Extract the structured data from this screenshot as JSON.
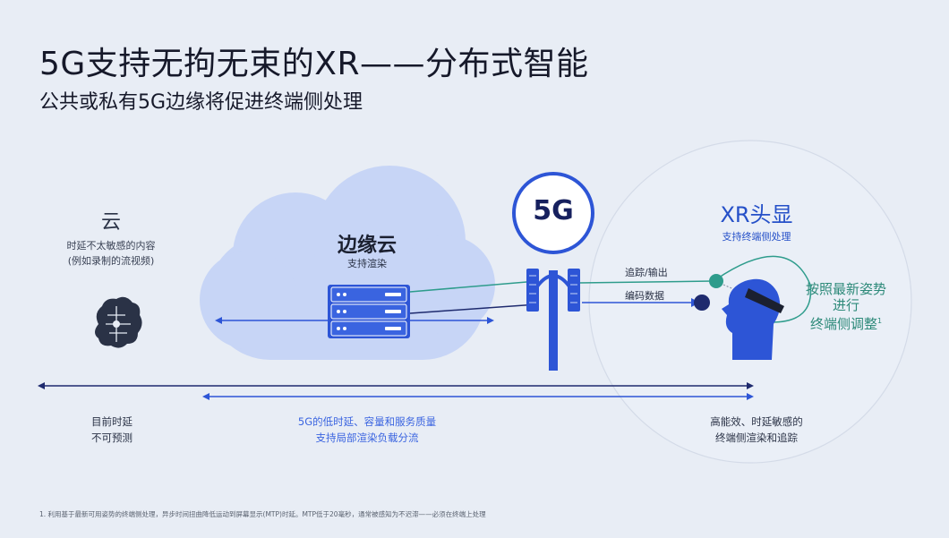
{
  "title": "5G支持无拘无束的XR——分布式智能",
  "subtitle": "公共或私有5G边缘将促进终端侧处理",
  "cloud": {
    "title": "云",
    "desc_line1": "时延不太敏感的内容",
    "desc_line2": "(例如录制的流视频)"
  },
  "edge_cloud": {
    "title": "边缘云",
    "desc": "支持渲染"
  },
  "tower": {
    "label": "5G"
  },
  "links": {
    "tracking": "追踪/输出",
    "encoded": "编码数据"
  },
  "xr": {
    "title": "XR头显",
    "desc": "支持终端侧处理",
    "adjust_line1": "按照最新姿势",
    "adjust_line2": "进行",
    "adjust_line3": "终端侧调整",
    "adjust_sup": "1"
  },
  "bottom": {
    "left_line1": "目前时延",
    "left_line2": "不可预测",
    "middle_line1": "5G的低时延、容量和服务质量",
    "middle_line2": "支持局部渲染负载分流",
    "right_line1": "高能效、时延敏感的",
    "right_line2": "终端侧渲染和追踪"
  },
  "footnote": "1. 利用基于最新可用姿势的终端侧处理，异步时间扭曲降低运动到屏幕显示(MTP)时延。MTP低于20毫秒，通常被感知为不迟滞——必须在终端上处理",
  "colors": {
    "accent_blue": "#2d55d6",
    "teal": "#2e9c8c",
    "navy": "#1e2a6e",
    "cloud_fill": "#c5d4f7"
  }
}
